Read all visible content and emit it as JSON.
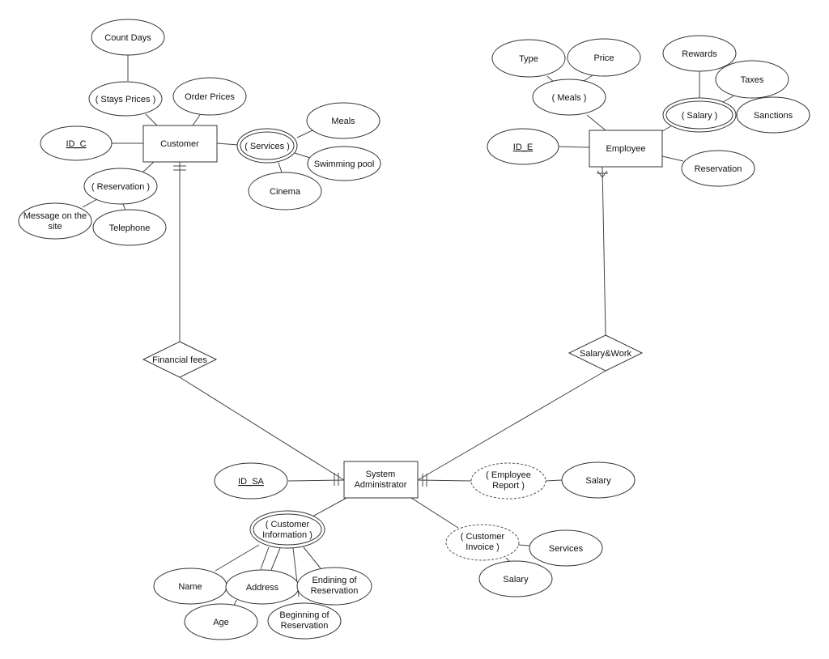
{
  "entities": {
    "customer": "Customer",
    "employee": "Employee",
    "system_admin": [
      "System",
      "Administrator"
    ]
  },
  "relationships": {
    "financial_fees": "Financial fees",
    "salary_work": "Salary&Work"
  },
  "attributes": {
    "count_days": "Count Days",
    "stays_prices": "( Stays Prices )",
    "order_prices": "Order Prices",
    "id_c": "ID_C",
    "services": "( Services )",
    "meals_c": "Meals",
    "swimming_pool": "Swimming pool",
    "cinema": "Cinema",
    "reservation_c": "( Reservation )",
    "message_site": [
      "Message on the",
      "site"
    ],
    "telephone": "Telephone",
    "type": "Type",
    "price": "Price",
    "meals_e": "( Meals )",
    "rewards": "Rewards",
    "taxes": "Taxes",
    "salary_e": "( Salary )",
    "sanctions": "Sanctions",
    "id_e": "ID_E",
    "reservation_e": "Reservation",
    "id_sa": "ID_SA",
    "employee_report": [
      "( Employee",
      "Report )"
    ],
    "salary_sa": "Salary",
    "customer_information": [
      "( Customer",
      "Information )"
    ],
    "customer_invoice": [
      "( Customer",
      "Invoice )"
    ],
    "services_sa": "Services",
    "salary_invoice": "Salary",
    "name": "Name",
    "address": "Address",
    "ending_reservation": [
      "Endining of",
      "Reservation"
    ],
    "age": "Age",
    "beginning_reservation": [
      "Beginning of",
      "Reservation"
    ]
  }
}
